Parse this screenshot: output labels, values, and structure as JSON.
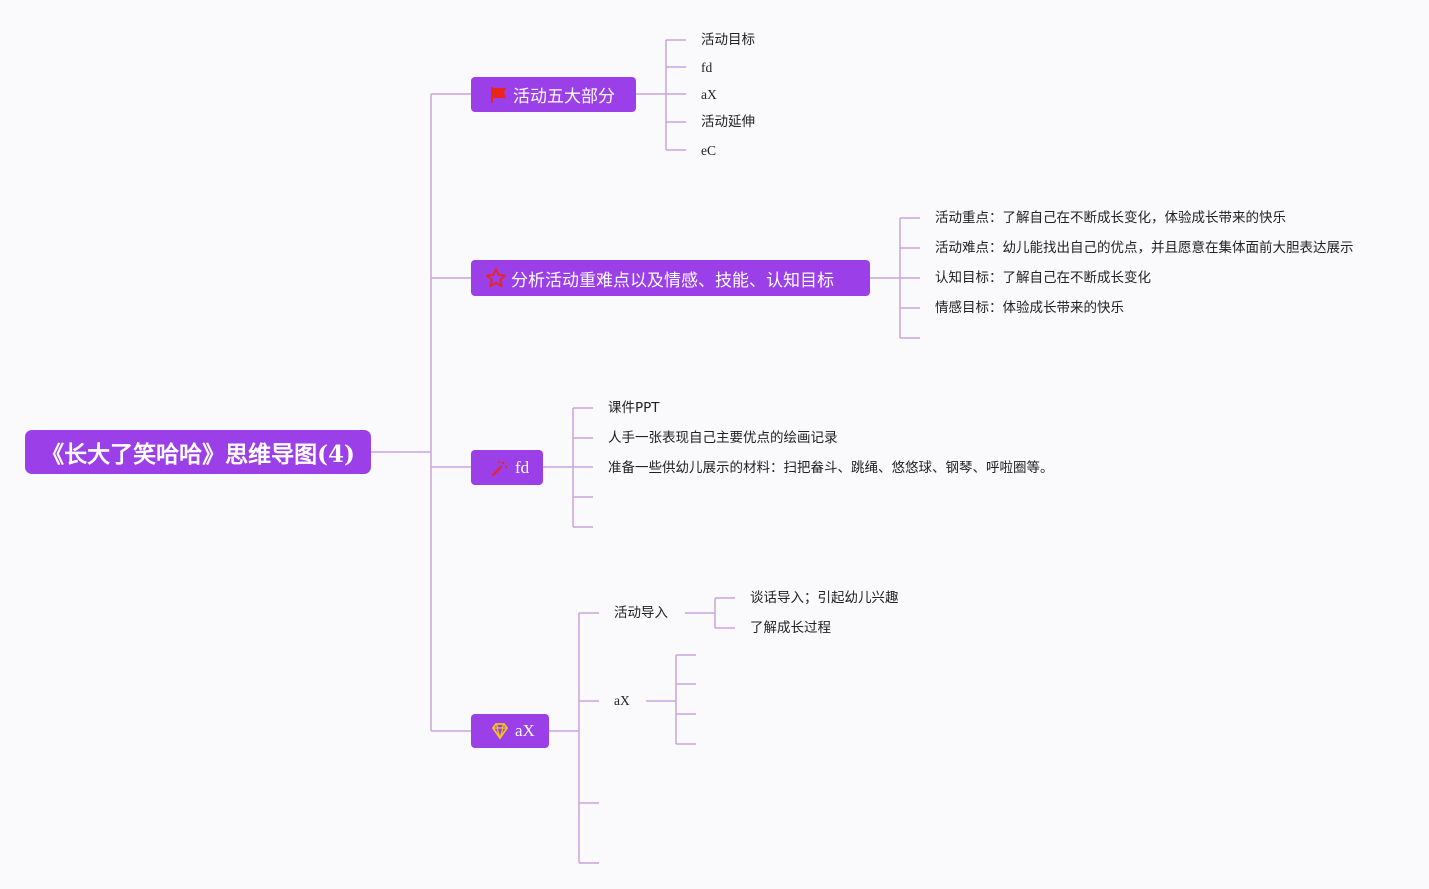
{
  "root": {
    "title": "《长大了笑哈哈》思维导图(4)"
  },
  "branches": [
    {
      "label": "活动五大部分",
      "icon": "red-flag-icon",
      "children": [
        "活动目标",
        "fd",
        "aX",
        "活动延伸",
        "eC"
      ]
    },
    {
      "label": "分析活动重难点以及情感、技能、认知目标",
      "icon": "star-outline-icon",
      "children": [
        "活动重点：了解自己在不断成长变化，体验成长带来的快乐",
        "活动难点：幼儿能找出自己的优点，并且愿意在集体面前大胆表达展示",
        "认知目标：了解自己在不断成长变化",
        "情感目标：体验成长带来的快乐"
      ]
    },
    {
      "label": "fd",
      "icon": "magic-wand-icon",
      "children": [
        "课件PPT",
        "人手一张表现自己主要优点的绘画记录",
        "准备一些供幼儿展示的材料：扫把畚斗、跳绳、悠悠球、钢琴、呼啦圈等。"
      ]
    },
    {
      "label": "aX",
      "icon": "diamond-icon",
      "children": [
        {
          "label": "活动导入",
          "children": [
            "谈话导入；引起幼儿兴趣",
            "了解成长过程"
          ]
        },
        {
          "label": "aX",
          "children": []
        }
      ]
    }
  ],
  "colors": {
    "node": "#9b3fe8",
    "connector": "#c9a6dd",
    "background": "#faf9fc",
    "flag": "#e8261c",
    "star": "#e8261c",
    "diamond": "#f5c518"
  }
}
